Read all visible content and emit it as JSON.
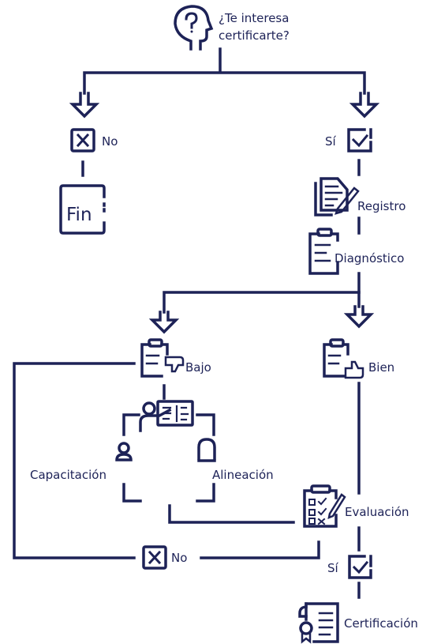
{
  "colors": {
    "ink": "#1d2257",
    "background": "#ffffff"
  },
  "question": {
    "line1": "¿Te interesa",
    "line2": "certificarte?"
  },
  "no_top": "No",
  "fin": "Fin",
  "si_top": "Sí",
  "registro": "Registro",
  "diagnostico": "Diagnóstico",
  "bajo": "Bajo",
  "bien": "Bien",
  "capacitacion": "Capacitación",
  "alineacion": "Alineación",
  "evaluacion": "Evaluación",
  "no_bottom": "No",
  "si_bottom": "Sí",
  "certificacion": "Certificación",
  "icons": [
    "question-head-icon",
    "close-box-icon",
    "check-box-icon",
    "document-pen-icon",
    "clipboard-icon",
    "clipboard-thumbs-down-icon",
    "clipboard-thumbs-up-icon",
    "presentation-icon",
    "person-icon",
    "checklist-pen-icon",
    "certificate-icon"
  ]
}
